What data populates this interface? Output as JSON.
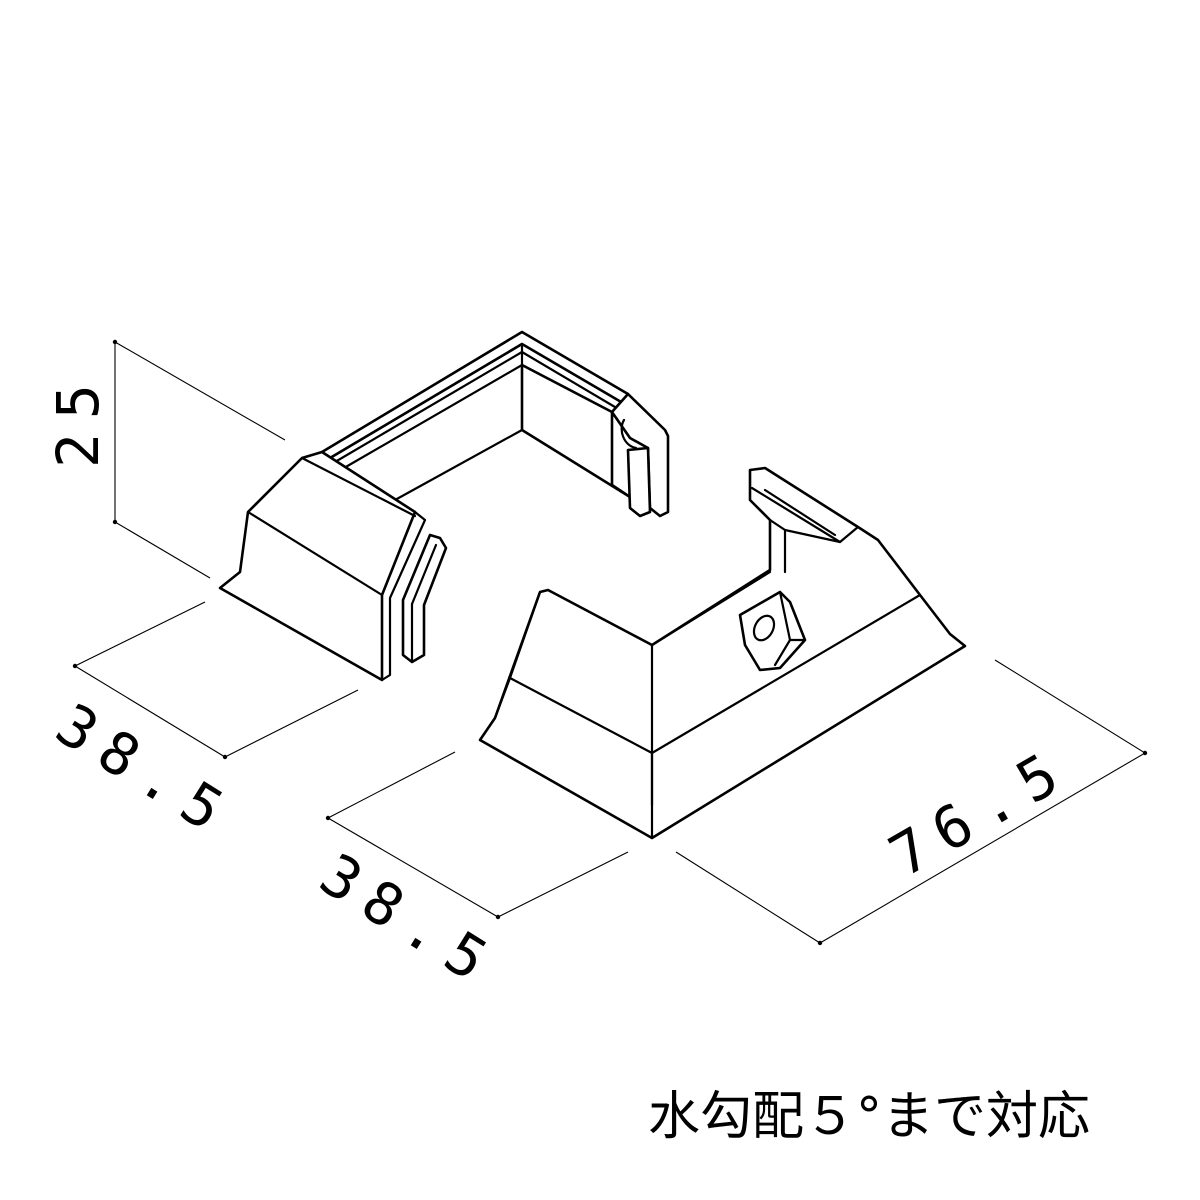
{
  "dimensions": {
    "height": "25",
    "depth_left": "38.5",
    "depth_right": "38.5",
    "length": "76.5"
  },
  "caption": "水勾配５°まで対応",
  "colors": {
    "line": "#000000",
    "background": "#ffffff"
  }
}
